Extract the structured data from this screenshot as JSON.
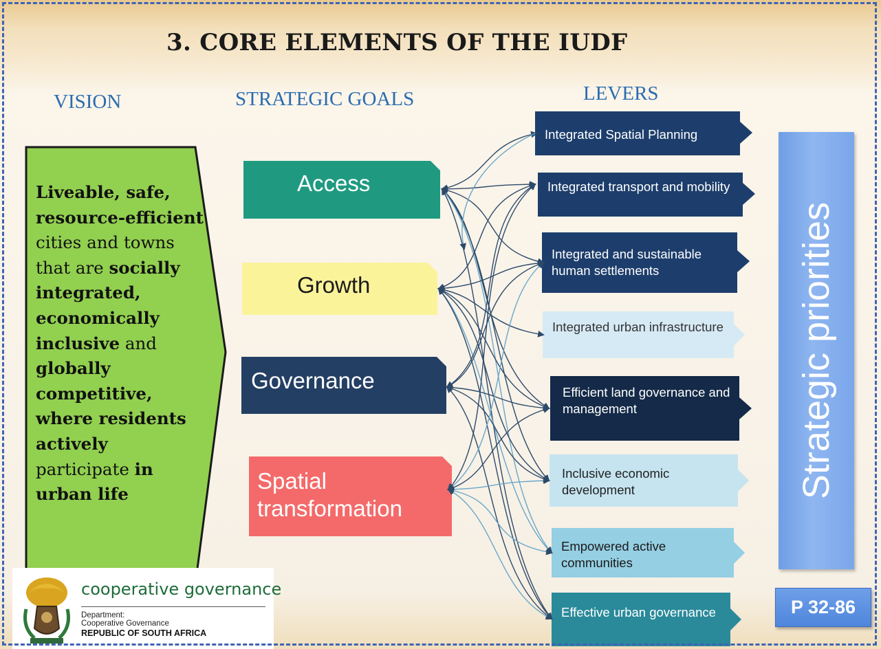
{
  "title": "3. CORE ELEMENTS OF THE IUDF",
  "headers": {
    "vision": "VISION",
    "strategic_goals": "STRATEGIC GOALS",
    "levers": "LEVERS"
  },
  "vision_text": [
    {
      "t": "Liveable, safe, resource-efficient",
      "b": true
    },
    {
      "t": " cities and towns  that are ",
      "b": false
    },
    {
      "t": "socially integrated, economically inclusive",
      "b": true
    },
    {
      "t": " and ",
      "b": false
    },
    {
      "t": "globally competitive, where residents actively",
      "b": true
    },
    {
      "t": " participate ",
      "b": false
    },
    {
      "t": "in urban life",
      "b": true
    }
  ],
  "goals": [
    {
      "label": "Access",
      "color": "#1f9a80",
      "text_color": "#ffffff"
    },
    {
      "label": "Growth",
      "color": "#fbf39a",
      "text_color": "#1a1a1a"
    },
    {
      "label": "Governance",
      "color": "#243f64",
      "text_color": "#ffffff"
    },
    {
      "label": "Spatial transformation",
      "color": "#f46a6a",
      "text_color": "#ffffff"
    }
  ],
  "levers": [
    {
      "label": "Integrated Spatial Planning",
      "color": "#1d3e6c",
      "text_color": "#ffffff"
    },
    {
      "label": "Integrated transport  and mobility",
      "color": "#1d3e6c",
      "text_color": "#ffffff"
    },
    {
      "label": "Integrated and sustainable human settlements",
      "color": "#1d3e6c",
      "text_color": "#ffffff"
    },
    {
      "label": "Integrated urban infrastructure",
      "color": "#d6eaf5",
      "text_color": "#333333"
    },
    {
      "label": "Efficient  land governance and management",
      "color": "#142a48",
      "text_color": "#ffffff"
    },
    {
      "label": "Inclusive economic development",
      "color": "#c5e4f0",
      "text_color": "#222222"
    },
    {
      "label": "Empowered active communities",
      "color": "#95cfe3",
      "text_color": "#1a1a1a"
    },
    {
      "label": "Effective urban governance",
      "color": "#2a8a9a",
      "text_color": "#ffffff"
    }
  ],
  "strategic_priorities": "Strategic priorities",
  "page_ref": "P 32-86",
  "logo": {
    "name": "cooperative governance",
    "department_lines": [
      "Department:",
      "Cooperative Governance"
    ],
    "country": "REPUBLIC OF SOUTH AFRICA"
  }
}
